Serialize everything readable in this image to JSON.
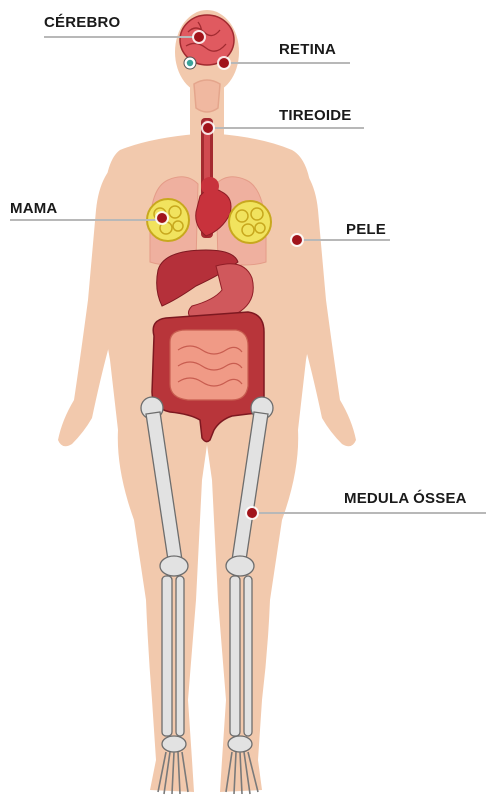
{
  "labels": {
    "brain": "CÉREBRO",
    "retina": "RETINA",
    "thyroid": "TIREOIDE",
    "breast": "MAMA",
    "skin": "PELE",
    "bone_marrow": "MEDULA ÓSSEA"
  },
  "colors": {
    "skin": "#f2c9ad",
    "marker": "#a1141b",
    "leader_line": "#b8b8b8",
    "bone": "#e2e2e2",
    "brain": "#e05a60",
    "intestine": "#b8353a",
    "liver": "#b5303a",
    "breast_gland": "#f1e35e",
    "lungs": "#efb09f"
  },
  "icons": {
    "figure": "human-body-figure",
    "marker": "red-dot-marker"
  }
}
